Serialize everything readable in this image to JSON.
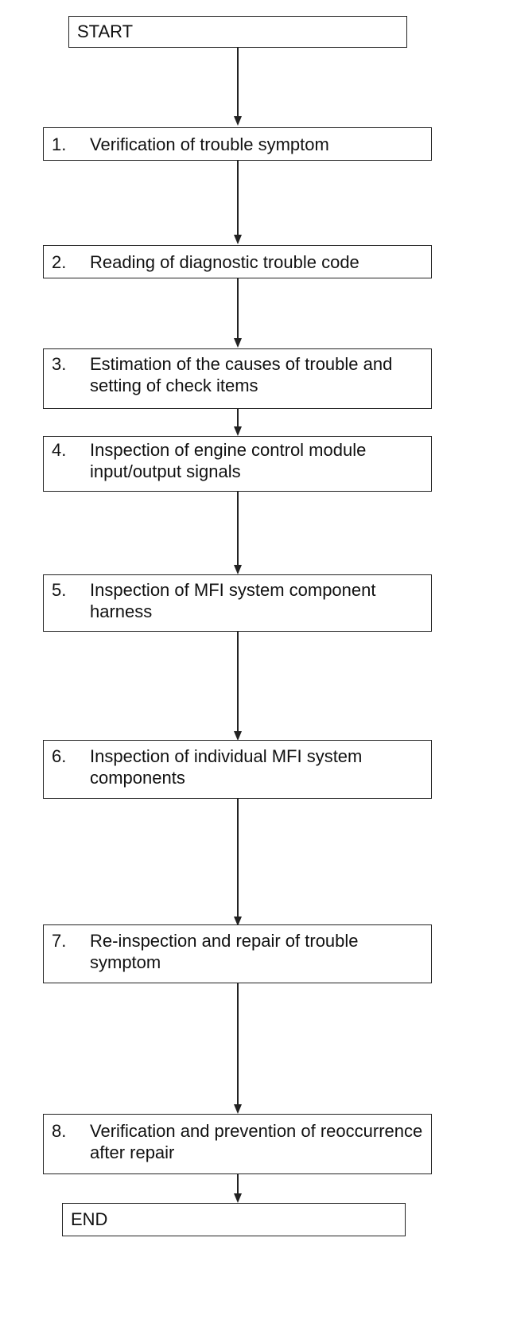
{
  "start": "START",
  "end": "END",
  "steps": [
    {
      "num": "1.",
      "text": "Verification of trouble symptom"
    },
    {
      "num": "2.",
      "text": "Reading of diagnostic trouble code"
    },
    {
      "num": "3.",
      "text": "Estimation of the causes of trouble and setting of check items"
    },
    {
      "num": "4.",
      "text": "Inspection of engine control module input/output signals"
    },
    {
      "num": "5.",
      "text": "Inspection of MFI system component harness"
    },
    {
      "num": "6.",
      "text": "Inspection of individual MFI system components"
    },
    {
      "num": "7.",
      "text": "Re-inspection and repair of trouble symptom"
    },
    {
      "num": "8.",
      "text": "Verification and prevention of reoccurrence after repair"
    }
  ]
}
